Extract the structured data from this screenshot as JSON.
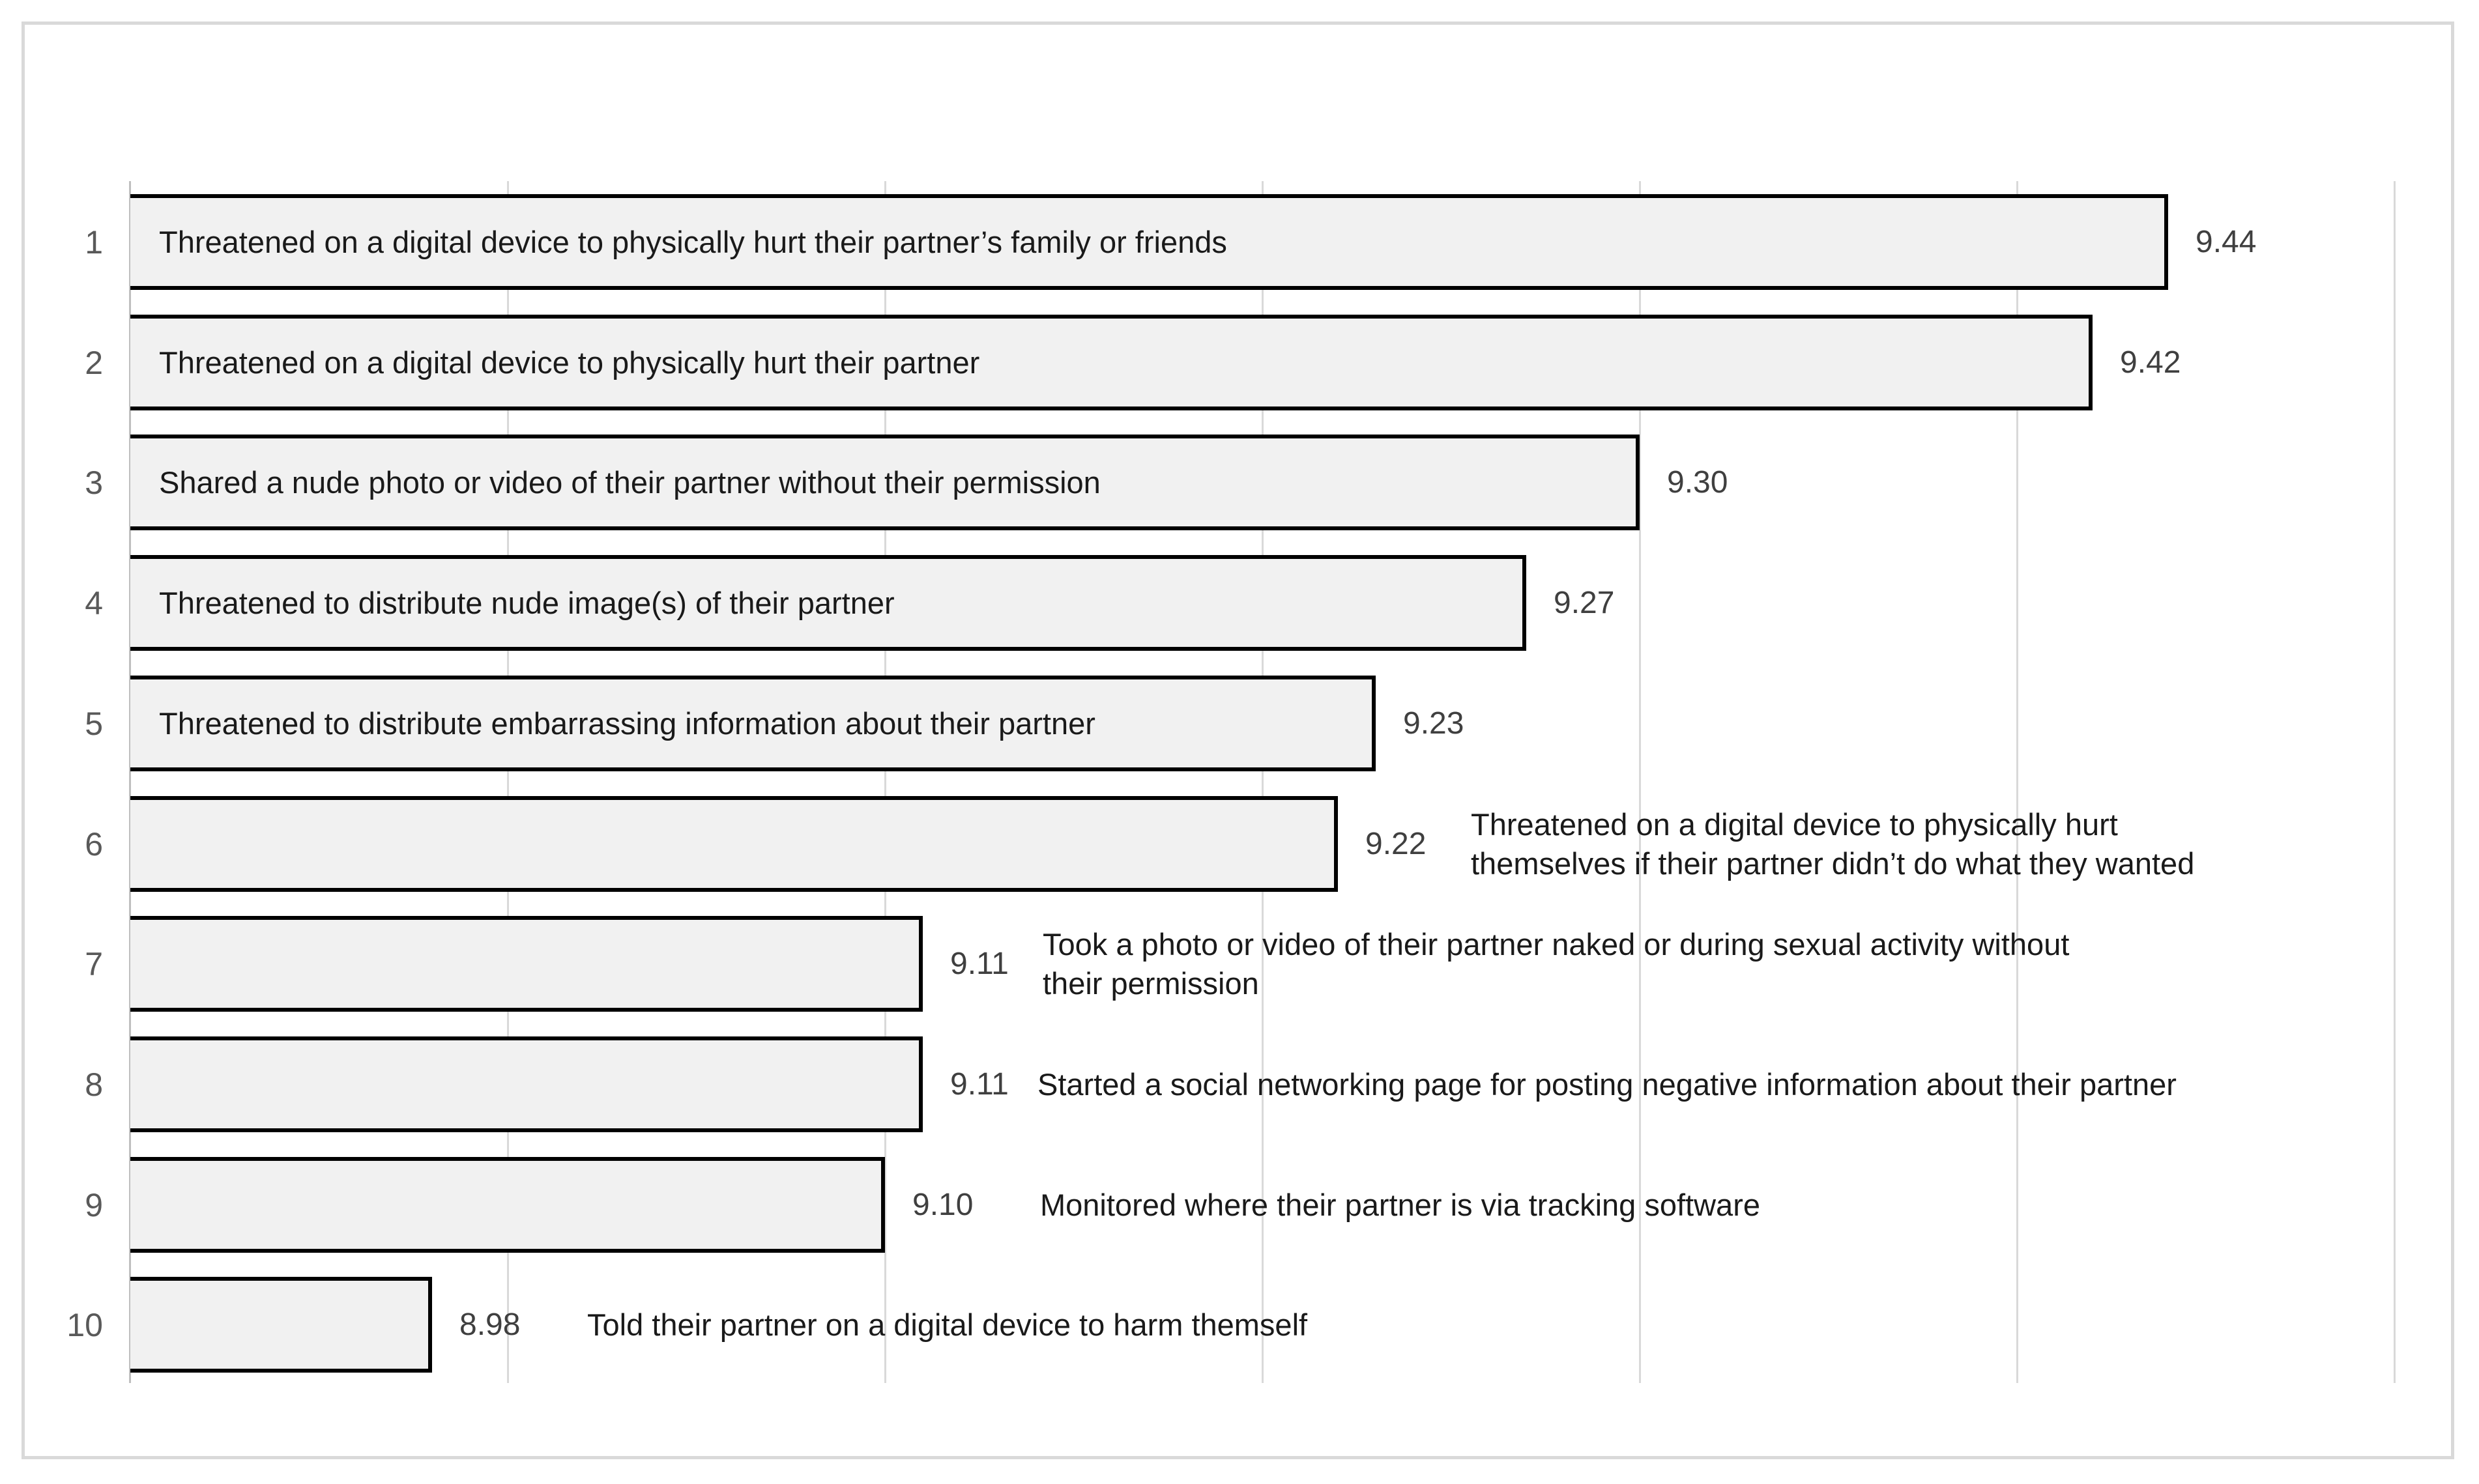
{
  "chart_data": {
    "type": "bar",
    "orientation": "horizontal",
    "title": "",
    "xlabel": "",
    "ylabel": "",
    "xlim": [
      8.9,
      9.5
    ],
    "gridline_step": 0.1,
    "grid": true,
    "gridline_values": [
      9.0,
      9.1,
      9.2,
      9.3,
      9.4,
      9.5
    ],
    "categories": [
      "1",
      "2",
      "3",
      "4",
      "5",
      "6",
      "7",
      "8",
      "9",
      "10"
    ],
    "values": [
      9.44,
      9.42,
      9.3,
      9.27,
      9.23,
      9.22,
      9.11,
      9.11,
      9.1,
      8.98
    ],
    "bars": [
      {
        "rank": "1",
        "value": 9.44,
        "value_label": "9.44",
        "label": "Threatened on a digital device to physically hurt their partner’s family or friends",
        "label_position": "inside"
      },
      {
        "rank": "2",
        "value": 9.42,
        "value_label": "9.42",
        "label": "Threatened on a digital device to physically hurt their partner",
        "label_position": "inside"
      },
      {
        "rank": "3",
        "value": 9.3,
        "value_label": "9.30",
        "label": "Shared a nude photo or video of their partner without their permission",
        "label_position": "inside"
      },
      {
        "rank": "4",
        "value": 9.27,
        "value_label": "9.27",
        "label": "Threatened to distribute nude image(s) of their partner",
        "label_position": "inside"
      },
      {
        "rank": "5",
        "value": 9.23,
        "value_label": "9.23",
        "label": "Threatened to distribute embarrassing information about their partner",
        "label_position": "inside"
      },
      {
        "rank": "6",
        "value": 9.22,
        "value_label": "9.22",
        "label": "Threatened on a digital device to physically hurt\nthemselves if their partner didn’t do what they wanted",
        "label_position": "right"
      },
      {
        "rank": "7",
        "value": 9.11,
        "value_label": "9.11",
        "label": "Took a photo or video of their partner naked or during sexual activity without\ntheir permission",
        "label_position": "right"
      },
      {
        "rank": "8",
        "value": 9.11,
        "value_label": "9.11",
        "label": "Started a social networking page for posting negative information about their partner",
        "label_position": "right"
      },
      {
        "rank": "9",
        "value": 9.1,
        "value_label": "9.10",
        "label": "Monitored where their partner is via tracking software",
        "label_position": "right"
      },
      {
        "rank": "10",
        "value": 8.98,
        "value_label": "8.98",
        "label": "Told their partner on a digital device to harm themself",
        "label_position": "right"
      }
    ]
  }
}
